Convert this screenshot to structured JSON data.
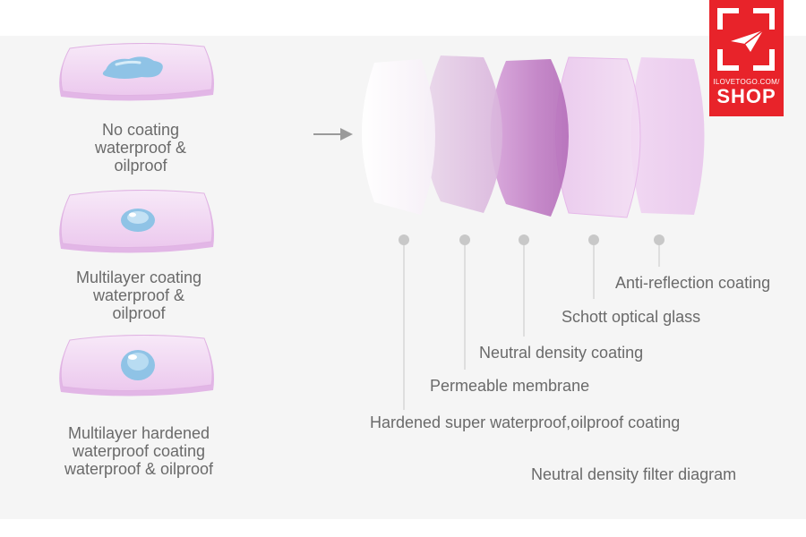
{
  "samples": [
    {
      "lines": [
        "No coating",
        "waterproof &",
        "oilproof"
      ],
      "droplet": "flat-spread-droplet-icon"
    },
    {
      "lines": [
        "Multilayer coating",
        "waterproof &",
        "oilproof"
      ],
      "droplet": "bead-droplet-icon"
    },
    {
      "lines": [
        "Multilayer hardened",
        "waterproof coating",
        "waterproof & oilproof"
      ],
      "droplet": "round-bead-droplet-icon"
    }
  ],
  "layers": [
    {
      "label": "Hardened super waterproof,oilproof coating"
    },
    {
      "label": "Permeable membrane"
    },
    {
      "label": "Neutral density coating"
    },
    {
      "label": "Schott optical glass"
    },
    {
      "label": "Anti-reflection coating"
    }
  ],
  "diagram_caption": "Neutral density filter diagram",
  "logo": {
    "url": "ILOVETOGO.COM/",
    "name": "SHOP"
  },
  "colors": {
    "panel": "#f5f5f5",
    "lens_tint": "#d9a8dc",
    "droplet": "#8fc3e6",
    "badge": "#e8232a"
  }
}
